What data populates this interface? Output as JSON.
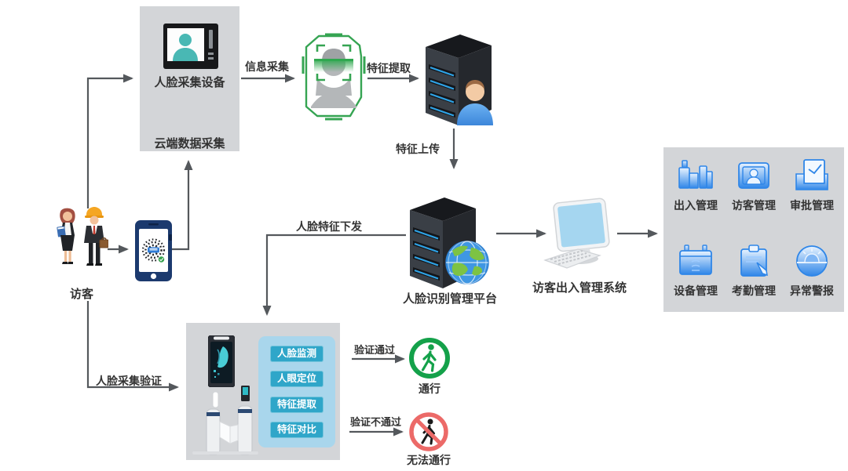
{
  "cloud_box": {
    "device_label": "人脸采集设备",
    "box_label": "云端数据采集"
  },
  "labels": {
    "info_collect": "信息采集",
    "feature_extract": "特征提取",
    "feature_upload": "特征上传",
    "feature_dispatch": "人脸特征下发",
    "face_collect_verify": "人脸采集验证",
    "verify_pass": "验证通过",
    "verify_fail": "验证不通过",
    "visitors": "访客",
    "platform": "人脸识别管理平台",
    "system": "访客出入管理系统",
    "pass_result": "通行",
    "fail_result": "无法通行"
  },
  "modules": [
    {
      "label": "出入管理",
      "icon": "access-gate-icon"
    },
    {
      "label": "访客管理",
      "icon": "visitor-badge-icon"
    },
    {
      "label": "审批管理",
      "icon": "approval-doc-icon"
    },
    {
      "label": "设备管理",
      "icon": "device-sign-icon"
    },
    {
      "label": "考勤管理",
      "icon": "attendance-clipboard-icon"
    },
    {
      "label": "异常警报",
      "icon": "alarm-icon"
    }
  ],
  "verify_steps": [
    {
      "label": "人脸监测"
    },
    {
      "label": "人眼定位"
    },
    {
      "label": "特征提取"
    },
    {
      "label": "特征对比"
    }
  ],
  "colors": {
    "box_gray": "#d3d5d8",
    "arrow_gray": "#54585c",
    "module_blue": "#2f86e8",
    "step_button_teal": "#2fa6c9",
    "step_panel_blue": "#a9d6ec",
    "pass_green": "#14a14a",
    "fail_red": "#ec6a68",
    "scan_green": "#35a452",
    "server_dark": "#25282d",
    "server_stripe_blue": "#2fa3e6",
    "phone_navy": "#1c3a6e",
    "screen_blue": "#a5d6f0",
    "person_teal": "#49b8b4",
    "qr_badge_green": "#35a14c"
  }
}
